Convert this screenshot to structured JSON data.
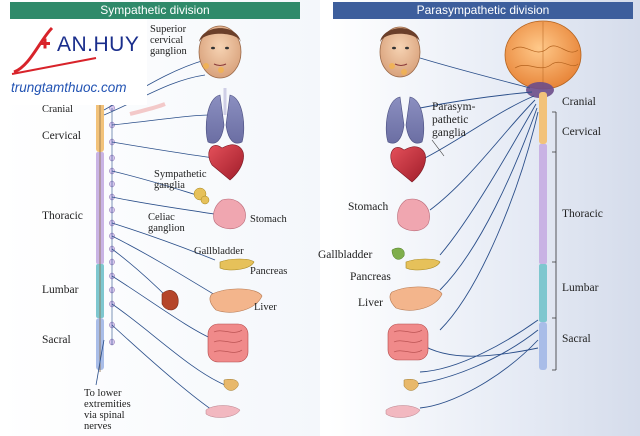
{
  "headers": {
    "left": "Sympathetic division",
    "right": "Parasympathetic division"
  },
  "logo": {
    "brand": "AN.HUY",
    "site": "trungtamthuoc.com"
  },
  "left_labels": {
    "superior": "Superior",
    "cervical_ganglion_1": "cervical",
    "cervical_ganglion_2": "ganglion",
    "cranial": "Cranial",
    "cervical": "Cervical",
    "thoracic": "Thoracic",
    "lumbar": "Lumbar",
    "sacral": "Sacral",
    "sympathetic_1": "Sympathetic",
    "sympathetic_2": "ganglia",
    "celiac_1": "Celiac",
    "celiac_2": "ganglion",
    "stomach": "Stomach",
    "gallbladder": "Gallbladder",
    "pancreas": "Pancreas",
    "liver": "Liver",
    "lower_1": "To lower",
    "lower_2": "extremities",
    "lower_3": "via spinal",
    "lower_4": "nerves"
  },
  "right_labels": {
    "cranial": "Cranial",
    "cervical": "Cervical",
    "thoracic": "Thoracic",
    "lumbar": "Lumbar",
    "sacral": "Sacral",
    "para_1": "Parasym-",
    "para_2": "pathetic",
    "para_3": "ganglia",
    "stomach": "Stomach",
    "gallbladder": "Gallbladder",
    "pancreas": "Pancreas",
    "liver": "Liver"
  },
  "colors": {
    "sympathetic_header": "#2f8a6a",
    "parasympathetic_header": "#3d5e9c",
    "nerve": "#2b4f8a",
    "cervical_segment": "#f2c27a",
    "thoracic_segment": "#b59ad6",
    "lumbar_segment": "#7ec7cf",
    "sacral_segment": "#9fb4e6"
  }
}
